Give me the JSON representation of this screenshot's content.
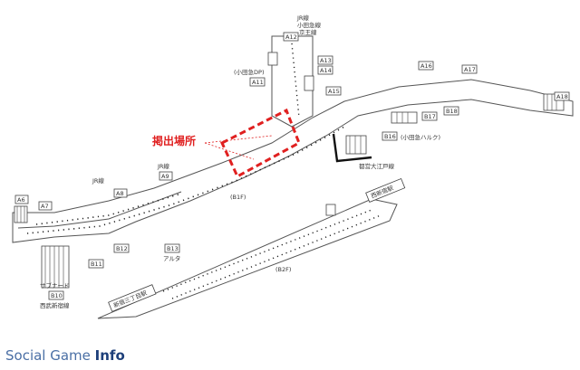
{
  "highlight": {
    "label": "掲出場所",
    "color": "#e02020"
  },
  "levels": {
    "b1f": "(B1F)",
    "b2f": "(B2F)"
  },
  "exits": {
    "a6": "A6",
    "a7": "A7",
    "a8": "A8",
    "a9": "A9",
    "a11": "A11",
    "a12": "A12",
    "a13": "A13",
    "a14": "A14",
    "a15": "A15",
    "a16": "A16",
    "a17": "A17",
    "a18": "A18",
    "b10": "B10",
    "b11": "B11",
    "b12": "B12",
    "b13": "B13",
    "b16": "B16",
    "b17": "B17",
    "b18": "B18"
  },
  "places": {
    "jr_top": "JR線",
    "odakyu_top": "小田急線",
    "keio": "京王線",
    "odakyu_dp": "(小田急DP)",
    "odakyu_halc": "(小田急ハルク)",
    "oedo": "都営大江戸線",
    "jr_left": "JR線",
    "jr_mid": "JR線",
    "alta": "アルタ",
    "subnade": "サブナード",
    "seibu": "西武新宿線",
    "nishi_shinjuku": "西新宿駅",
    "shinjuku_sanchome": "新宿三丁目駅"
  },
  "brand": {
    "pre": "Social Game ",
    "bold": "Info"
  }
}
